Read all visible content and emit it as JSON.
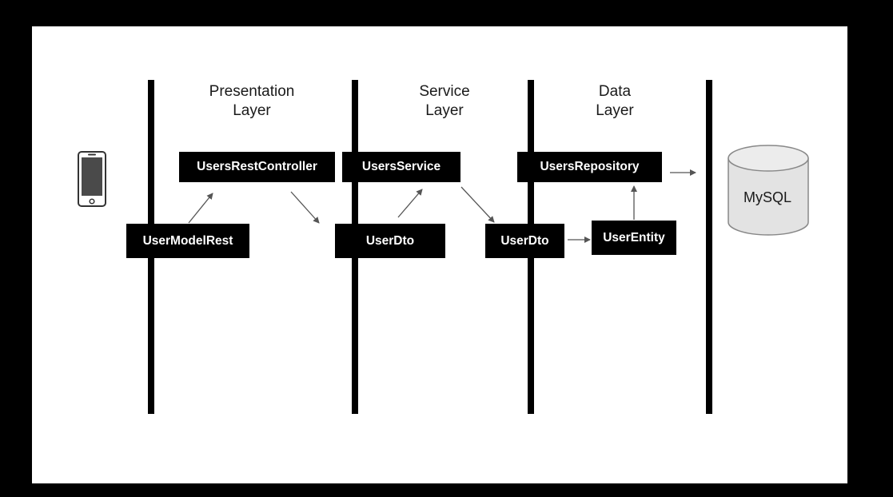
{
  "layers": [
    {
      "line1": "Presentation",
      "line2": "Layer"
    },
    {
      "line1": "Service",
      "line2": "Layer"
    },
    {
      "line1": "Data",
      "line2": "Layer"
    }
  ],
  "boxes": {
    "users_rest_controller": "UsersRestController",
    "user_model_rest": "UserModelRest",
    "users_service": "UsersService",
    "user_dto_service": "UserDto",
    "user_dto_data": "UserDto",
    "users_repository": "UsersRepository",
    "user_entity": "UserEntity"
  },
  "database": {
    "label": "MySQL"
  },
  "icons": {
    "client": "smartphone-icon",
    "database": "database-cylinder-icon"
  },
  "colors": {
    "background": "#000000",
    "slide": "#ffffff",
    "box": "#000000",
    "box_text": "#ffffff",
    "arrow": "#555555"
  }
}
